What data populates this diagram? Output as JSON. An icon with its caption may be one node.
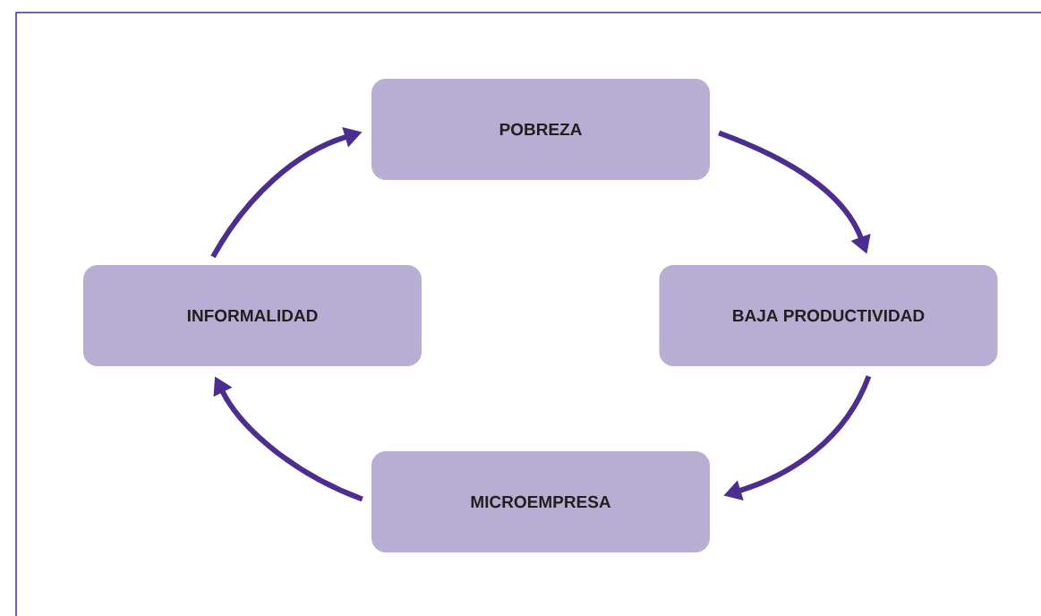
{
  "diagram": {
    "nodes": [
      {
        "text": [
          "POBREZA"
        ]
      },
      {
        "text": [
          "BAJA PRODUCTIVIDAD"
        ]
      },
      {
        "text": [
          "MICROEMPRESA"
        ]
      },
      {
        "text": [
          "INFORMALIDAD"
        ]
      }
    ],
    "edges": [
      {
        "from": 0,
        "to": 1,
        "arrow": "to"
      },
      {
        "from": 1,
        "to": 2,
        "arrow": "to"
      },
      {
        "from": 2,
        "to": 3,
        "arrow": "to"
      },
      {
        "from": 3,
        "to": 0,
        "arrow": "to"
      }
    ]
  }
}
